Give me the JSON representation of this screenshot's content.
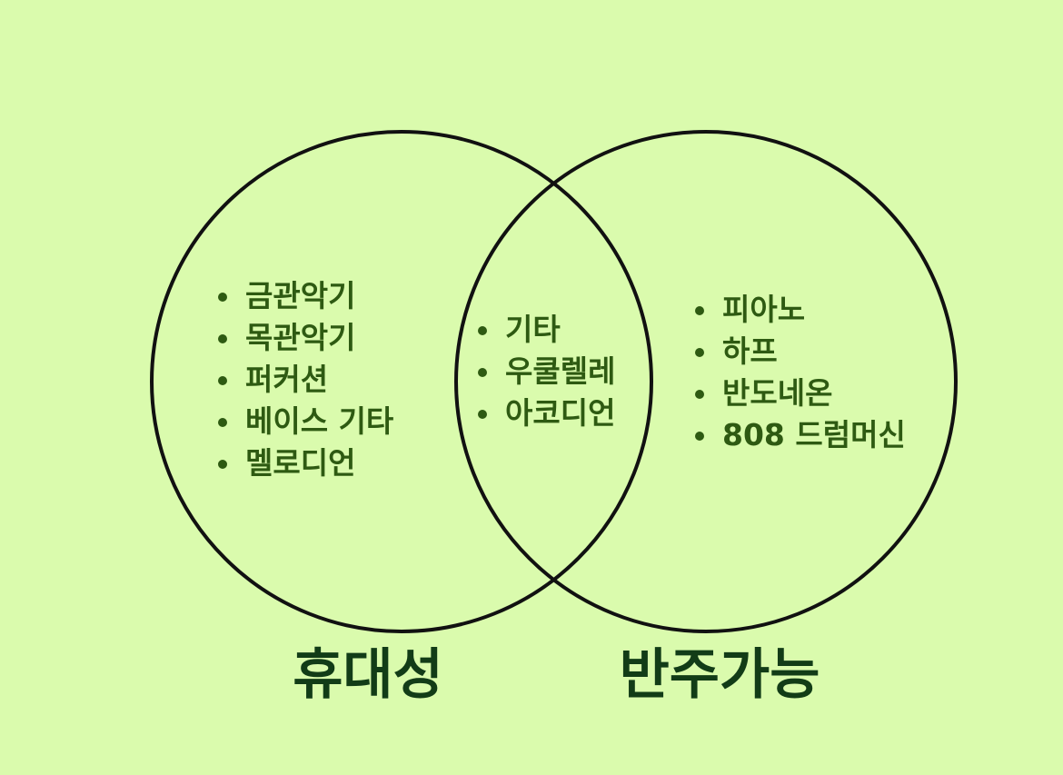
{
  "colors": {
    "background": "#dafbad",
    "circle_stroke": "#111111",
    "item_text": "#2e5a12",
    "label_text": "#123c17"
  },
  "diagram": {
    "type": "venn",
    "left_set": {
      "label": "휴대성",
      "items": [
        "금관악기",
        "목관악기",
        "퍼커션",
        "베이스 기타",
        "멜로디언"
      ]
    },
    "intersection": {
      "items": [
        "기타",
        "우쿨렐레",
        "아코디언"
      ]
    },
    "right_set": {
      "label": "반주가능",
      "items": [
        "피아노",
        "하프",
        "반도네온",
        "808 드럼머신"
      ]
    }
  }
}
